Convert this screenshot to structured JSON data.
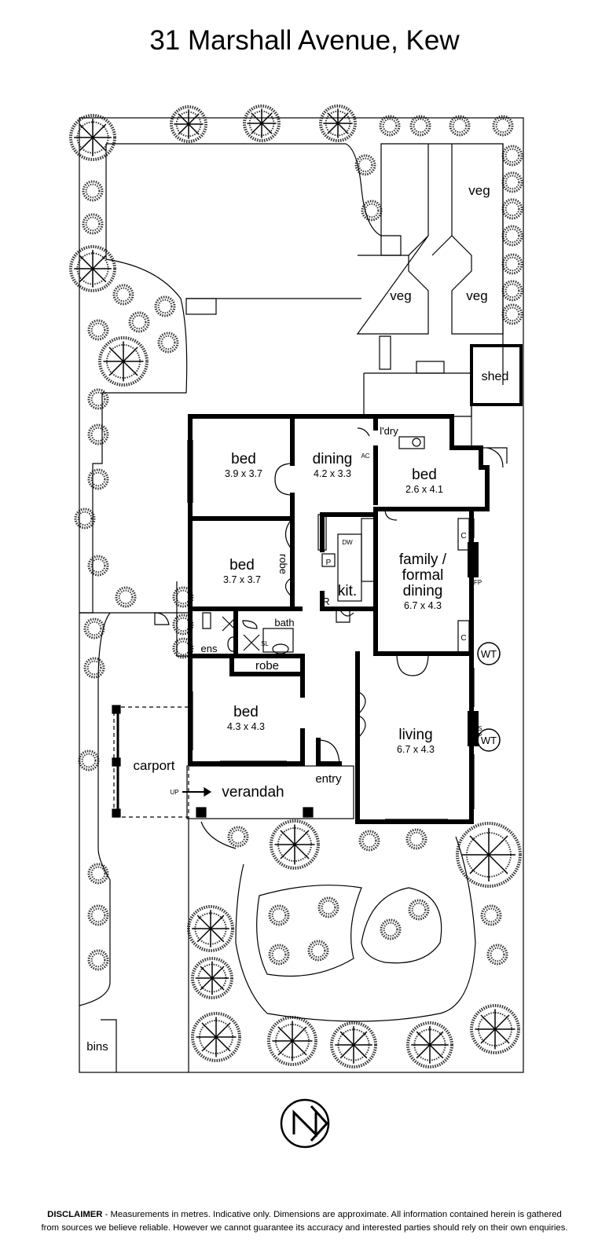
{
  "title": "31 Marshall Avenue, Kew",
  "rooms": {
    "bed1": {
      "label": "bed",
      "dims": "3.9 x 3.7"
    },
    "dining": {
      "label": "dining",
      "dims": "4.2 x 3.3"
    },
    "laundry": {
      "label": "l'dry"
    },
    "bed2": {
      "label": "bed",
      "dims": "2.6 x 4.1"
    },
    "bed3": {
      "label": "bed",
      "dims": "3.7 x 3.7"
    },
    "robe1": {
      "label": "robe"
    },
    "kitchen": {
      "label": "kit."
    },
    "family": {
      "label1": "family /",
      "label2": "formal",
      "label3": "dining",
      "dims": "6.7 x 4.3"
    },
    "ensuite": {
      "label": "ens"
    },
    "bath": {
      "label": "bath"
    },
    "robe2": {
      "label": "robe"
    },
    "bed4": {
      "label": "bed",
      "dims": "4.3 x 4.3"
    },
    "living": {
      "label": "living",
      "dims": "6.7 x 4.3"
    },
    "carport": {
      "label": "carport"
    },
    "verandah": {
      "label": "verandah"
    },
    "entry": {
      "label": "entry"
    },
    "shed": {
      "label": "shed"
    },
    "bins": {
      "label": "bins"
    }
  },
  "garden": {
    "veg1": "veg",
    "veg2": "veg",
    "veg3": "veg"
  },
  "fixtures": {
    "ac": "AC",
    "dw": "DW",
    "pantry": "P",
    "fridge": "R",
    "sl": "SL",
    "ofp": "OFP",
    "gas": "GAS",
    "gas_ofp": "OFP",
    "wt1": "WT",
    "wt2": "WT",
    "c1": "C",
    "c2": "C",
    "up": "UP"
  },
  "disclaimer": {
    "heading": "DISCLAIMER",
    "line1": " - Measurements in metres. Indicative only. Dimensions are approximate. All information contained herein is gathered",
    "line2": "from sources we believe reliable. However we cannot guarantee its accuracy and interested parties should rely on their own enquiries."
  }
}
